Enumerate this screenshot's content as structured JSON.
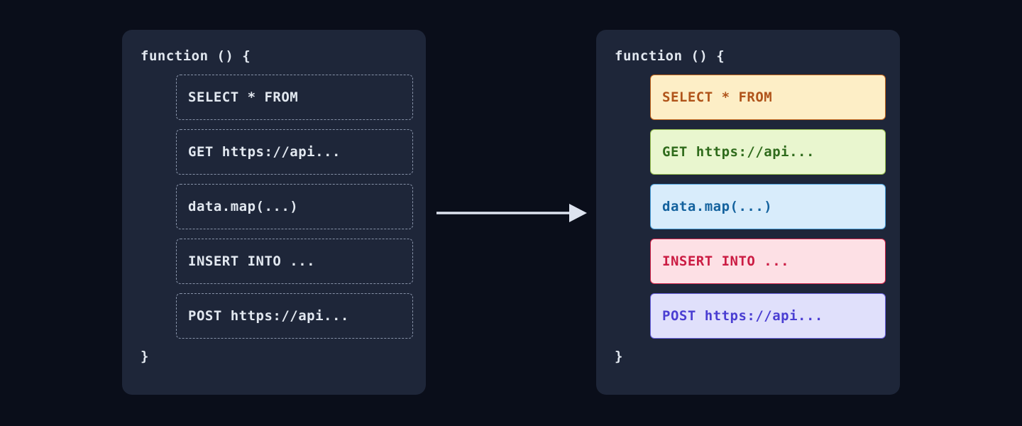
{
  "theme": {
    "page_background": "#0a0e1a",
    "panel_background": "#1e2639",
    "code_text_color": "#e2e8f0",
    "dashed_border_color": "#8792a8",
    "arrow_color": "#dde3ef"
  },
  "before_panel": {
    "label": "before-code-block",
    "open_line": "function () {",
    "close_line": "}",
    "statements": [
      {
        "text": "SELECT * FROM"
      },
      {
        "text": "GET https://api..."
      },
      {
        "text": "data.map(...)"
      },
      {
        "text": "INSERT INTO ..."
      },
      {
        "text": "POST https://api..."
      }
    ]
  },
  "after_panel": {
    "label": "after-code-block",
    "open_line": "function () {",
    "close_line": "}",
    "statements": [
      {
        "text": "SELECT * FROM",
        "category": "sql-select",
        "background": "#fdeec6",
        "border": "#c4661b",
        "color": "#b0541a"
      },
      {
        "text": "GET https://api...",
        "category": "http-get",
        "background": "#e9f6cf",
        "border": "#9cc453",
        "color": "#2f6b1c"
      },
      {
        "text": "data.map(...)",
        "category": "array-map",
        "background": "#d8ecfb",
        "border": "#4da3dd",
        "color": "#14629e"
      },
      {
        "text": "INSERT INTO ...",
        "category": "sql-insert",
        "background": "#fde0e5",
        "border": "#d02248",
        "color": "#cb1c43"
      },
      {
        "text": "POST https://api...",
        "category": "http-post",
        "background": "#e0e0fb",
        "border": "#6a62e0",
        "color": "#4a3ed2"
      }
    ]
  },
  "arrow": {
    "label": "transform-arrow",
    "direction": "right",
    "color": "#dde3ef"
  }
}
